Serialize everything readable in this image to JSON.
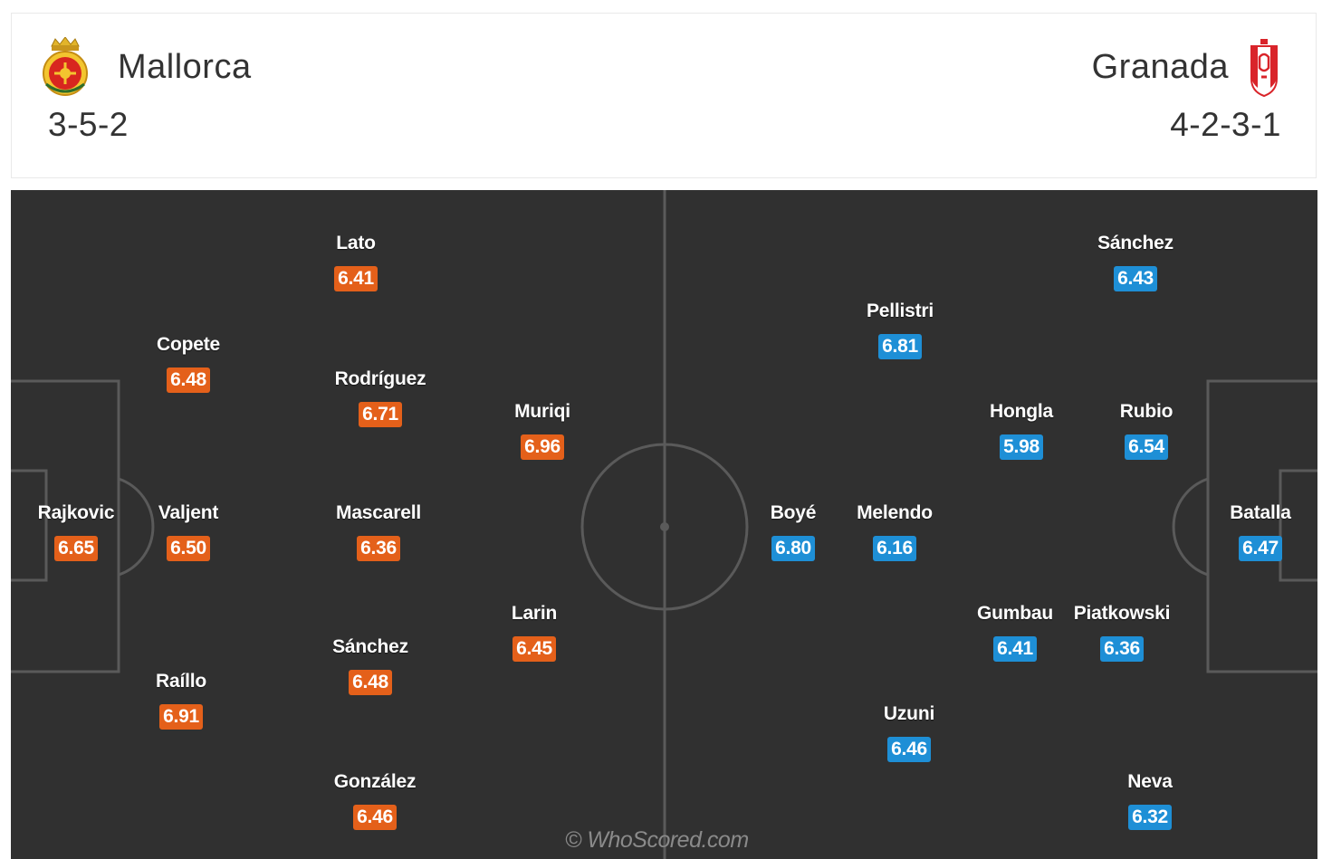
{
  "home": {
    "name": "Mallorca",
    "formation": "3-5-2",
    "color": "#e4601a",
    "crest_icon": "mallorca-crest-icon"
  },
  "away": {
    "name": "Granada",
    "formation": "4-2-3-1",
    "color": "#1e8fd6",
    "crest_icon": "granada-crest-icon"
  },
  "home_players": [
    {
      "name": "Rajkovic",
      "rating": "6.65"
    },
    {
      "name": "Copete",
      "rating": "6.48"
    },
    {
      "name": "Valjent",
      "rating": "6.50"
    },
    {
      "name": "Raíllo",
      "rating": "6.91"
    },
    {
      "name": "Lato",
      "rating": "6.41"
    },
    {
      "name": "Rodríguez",
      "rating": "6.71"
    },
    {
      "name": "Mascarell",
      "rating": "6.36"
    },
    {
      "name": "Sánchez",
      "rating": "6.48"
    },
    {
      "name": "González",
      "rating": "6.46"
    },
    {
      "name": "Muriqi",
      "rating": "6.96"
    },
    {
      "name": "Larin",
      "rating": "6.45"
    }
  ],
  "away_players": [
    {
      "name": "Batalla",
      "rating": "6.47"
    },
    {
      "name": "Sánchez",
      "rating": "6.43"
    },
    {
      "name": "Rubio",
      "rating": "6.54"
    },
    {
      "name": "Piatkowski",
      "rating": "6.36"
    },
    {
      "name": "Neva",
      "rating": "6.32"
    },
    {
      "name": "Hongla",
      "rating": "5.98"
    },
    {
      "name": "Gumbau",
      "rating": "6.41"
    },
    {
      "name": "Pellistri",
      "rating": "6.81"
    },
    {
      "name": "Melendo",
      "rating": "6.16"
    },
    {
      "name": "Uzuni",
      "rating": "6.46"
    },
    {
      "name": "Boyé",
      "rating": "6.80"
    }
  ],
  "watermark": "© WhoScored.com"
}
